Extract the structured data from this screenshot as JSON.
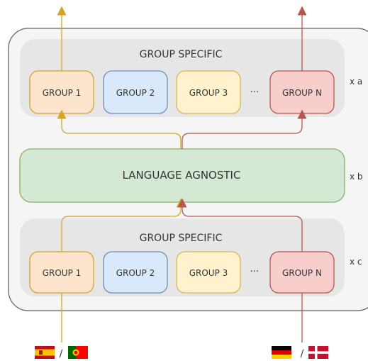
{
  "top_block": {
    "title": "GROUP SPECIFIC",
    "groups": [
      "GROUP 1",
      "GROUP 2",
      "GROUP 3",
      "GROUP N"
    ],
    "ellipsis": "···",
    "multiplier": "x a"
  },
  "middle_block": {
    "title": "LANGUAGE AGNOSTIC",
    "multiplier": "x b"
  },
  "bottom_block": {
    "title": "GROUP SPECIFIC",
    "groups": [
      "GROUP 1",
      "GROUP 2",
      "GROUP 3",
      "GROUP N"
    ],
    "ellipsis": "···",
    "multiplier": "x c"
  },
  "inputs": {
    "left": {
      "flags": [
        "spain-flag",
        "portugal-flag"
      ],
      "separator": "/"
    },
    "right": {
      "flags": [
        "germany-flag",
        "denmark-flag"
      ],
      "separator": "/"
    }
  },
  "colors": {
    "path_left": "#d6a22a",
    "path_right": "#b5564f",
    "group_1_fill": "#fde5cd",
    "group_1_stroke": "#d6a22a",
    "group_2_fill": "#dae8fc",
    "group_2_stroke": "#6c8ebf",
    "group_3_fill": "#fff2cc",
    "group_3_stroke": "#d6b656",
    "group_n_fill": "#f8cecc",
    "group_n_stroke": "#b85450",
    "agnostic_fill": "#d5e8d4",
    "agnostic_stroke": "#82b366"
  }
}
